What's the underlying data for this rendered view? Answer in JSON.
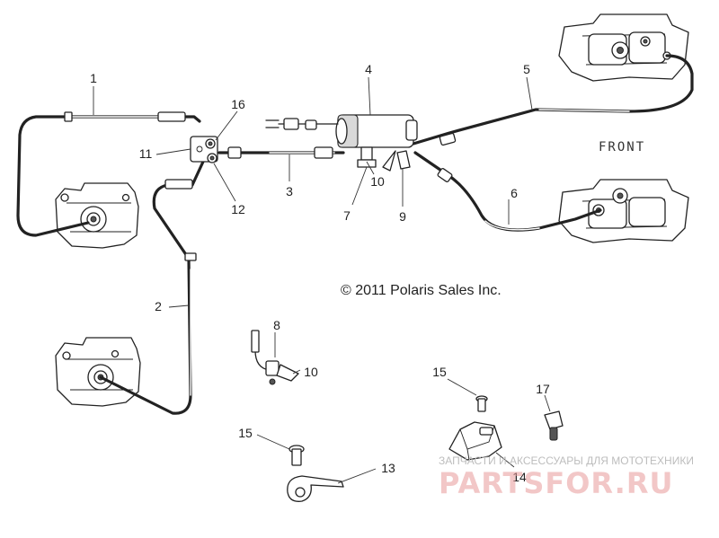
{
  "copyright": "© 2011 Polaris Sales Inc.",
  "front_label": "FRONT",
  "callouts": [
    {
      "id": "c1",
      "text": "1"
    },
    {
      "id": "c2",
      "text": "2"
    },
    {
      "id": "c3",
      "text": "3"
    },
    {
      "id": "c4",
      "text": "4"
    },
    {
      "id": "c5",
      "text": "5"
    },
    {
      "id": "c6",
      "text": "6"
    },
    {
      "id": "c7",
      "text": "7"
    },
    {
      "id": "c8",
      "text": "8"
    },
    {
      "id": "c9",
      "text": "9"
    },
    {
      "id": "c10a",
      "text": "10"
    },
    {
      "id": "c10b",
      "text": "10"
    },
    {
      "id": "c11",
      "text": "11"
    },
    {
      "id": "c12",
      "text": "12"
    },
    {
      "id": "c13",
      "text": "13"
    },
    {
      "id": "c14",
      "text": "14"
    },
    {
      "id": "c15a",
      "text": "15"
    },
    {
      "id": "c15b",
      "text": "15"
    },
    {
      "id": "c16",
      "text": "16"
    },
    {
      "id": "c17",
      "text": "17"
    }
  ],
  "watermark": {
    "tagline": "ЗАПЧАСТИ И АКСЕССУАРЫ ДЛЯ МОТОТЕХНИКИ",
    "brand": "PARTSFOR.RU"
  }
}
